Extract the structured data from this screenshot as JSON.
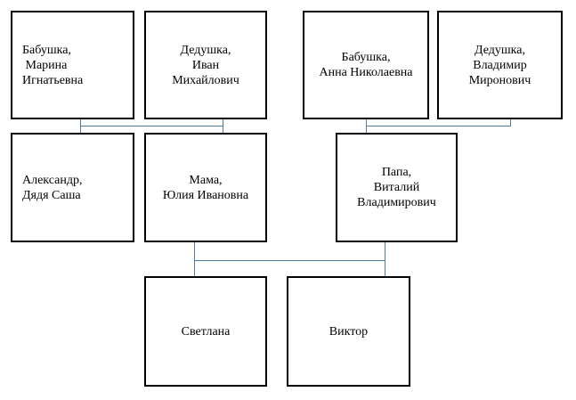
{
  "members": {
    "grandma_marina": "Бабушка,\n Марина\nИгнатьевна",
    "grandpa_ivan": "Дедушка,\nИван\nМихайлович",
    "grandma_anna": "Бабушка,\nАнна Николаевна",
    "grandpa_vladimir": "Дедушка,\nВладимир\nМиронович",
    "uncle_alexander": "Александр,\nДядя Саша",
    "mama_yulia": "Мама,\nЮлия Ивановна",
    "papa_vitaliy": "Папа,\nВиталий\nВладимирович",
    "svetlana": "Светлана",
    "viktor": "Виктор"
  },
  "colors": {
    "box_border": "#000000",
    "connector": "#4a7ea8",
    "background": "#ffffff"
  }
}
